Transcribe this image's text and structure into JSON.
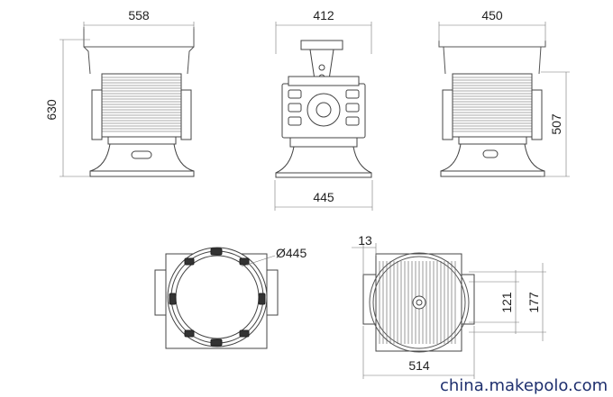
{
  "dimensions": {
    "front_width": "558",
    "front_height": "630",
    "side_width": "412",
    "side_base_width": "445",
    "back_width": "450",
    "back_height": "507",
    "bottom_diameter": "Ø445",
    "top_offset": "13",
    "top_width": "514",
    "top_inner_span": "121",
    "top_outer_span": "177"
  },
  "watermark": "china.makepolo.com"
}
